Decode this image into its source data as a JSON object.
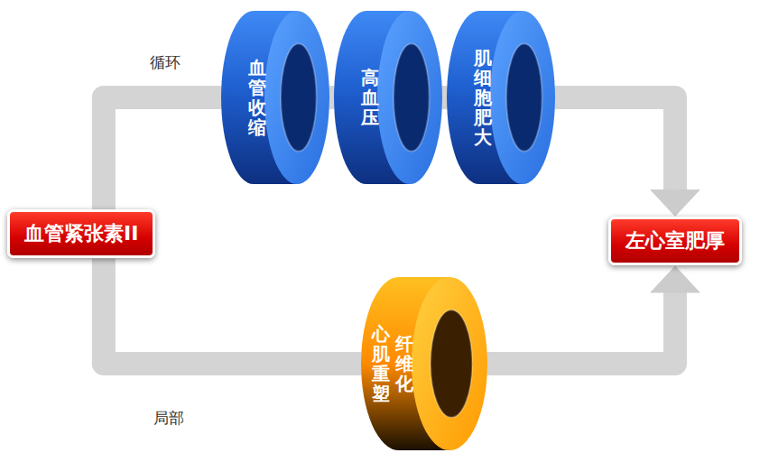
{
  "diagram": {
    "nodes": [
      {
        "text": [
          "血管紧张素II"
        ]
      },
      {
        "text": [
          "血管收缩"
        ]
      },
      {
        "text": [
          "高血压"
        ]
      },
      {
        "text": [
          "肌细胞肥大"
        ]
      },
      {
        "text": [
          "心肌重塑",
          "纤维化"
        ]
      },
      {
        "text": [
          "左心室肥厚"
        ]
      }
    ],
    "edges": [
      {
        "from": 0,
        "to": 1,
        "arrow": "none"
      },
      {
        "from": 1,
        "to": 2,
        "arrow": "none"
      },
      {
        "from": 2,
        "to": 3,
        "arrow": "none"
      },
      {
        "from": 3,
        "to": 5,
        "arrow": "to"
      },
      {
        "from": 0,
        "to": 4,
        "arrow": "none"
      },
      {
        "from": 4,
        "to": 5,
        "arrow": "to"
      }
    ],
    "labels": [
      "循环",
      "局部"
    ]
  }
}
